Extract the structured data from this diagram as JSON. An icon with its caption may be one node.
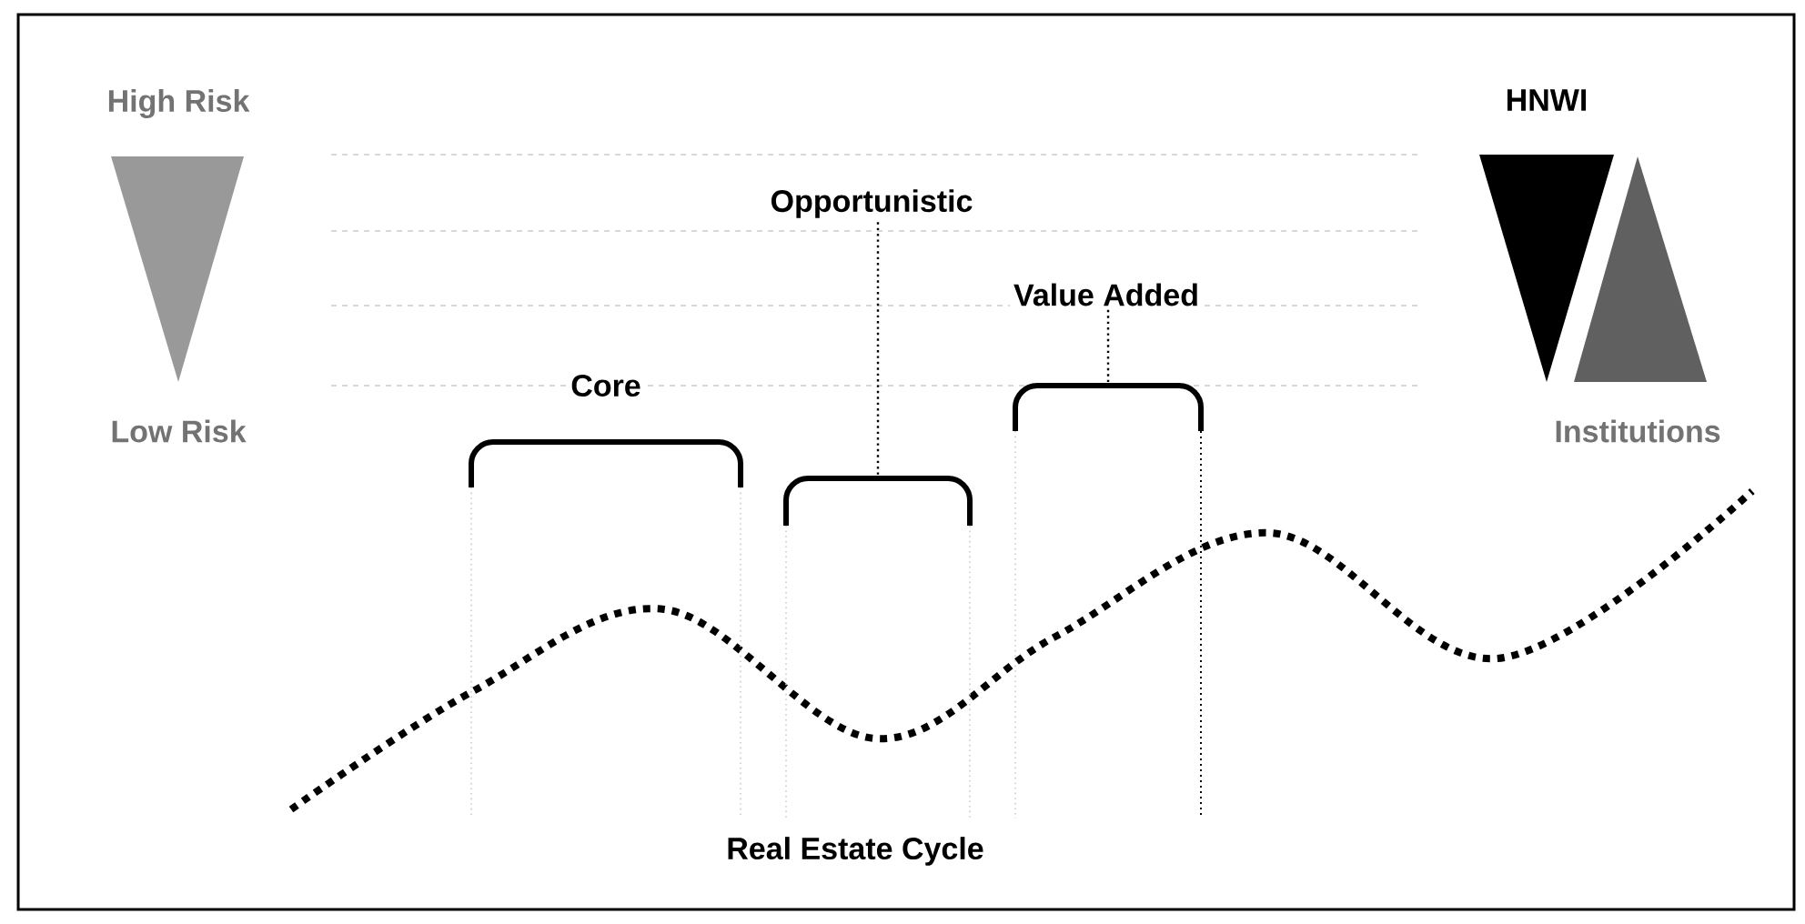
{
  "diagram": {
    "nodes": [
      {
        "text": [],
        "shape": "triangle"
      },
      {
        "text": [
          "HNWI"
        ]
      },
      {
        "text": [
          "Institutions"
        ]
      },
      {
        "text": [
          "Opportunistic"
        ]
      },
      {
        "text": [
          "Value Added"
        ]
      },
      {
        "text": [],
        "shape": "bracket",
        "beside": [
          "Core"
        ]
      },
      {
        "text": [],
        "shape": "bracket"
      },
      {
        "text": [],
        "shape": "bracket"
      }
    ],
    "edges": [
      {
        "from": 3,
        "to": 6,
        "arrow": "none",
        "style": "dashed"
      },
      {
        "from": 4,
        "to": 7,
        "arrow": "none",
        "style": "dashed"
      }
    ],
    "labels": [
      "High Risk",
      "Low Risk",
      "Real Estate Cycle"
    ]
  }
}
